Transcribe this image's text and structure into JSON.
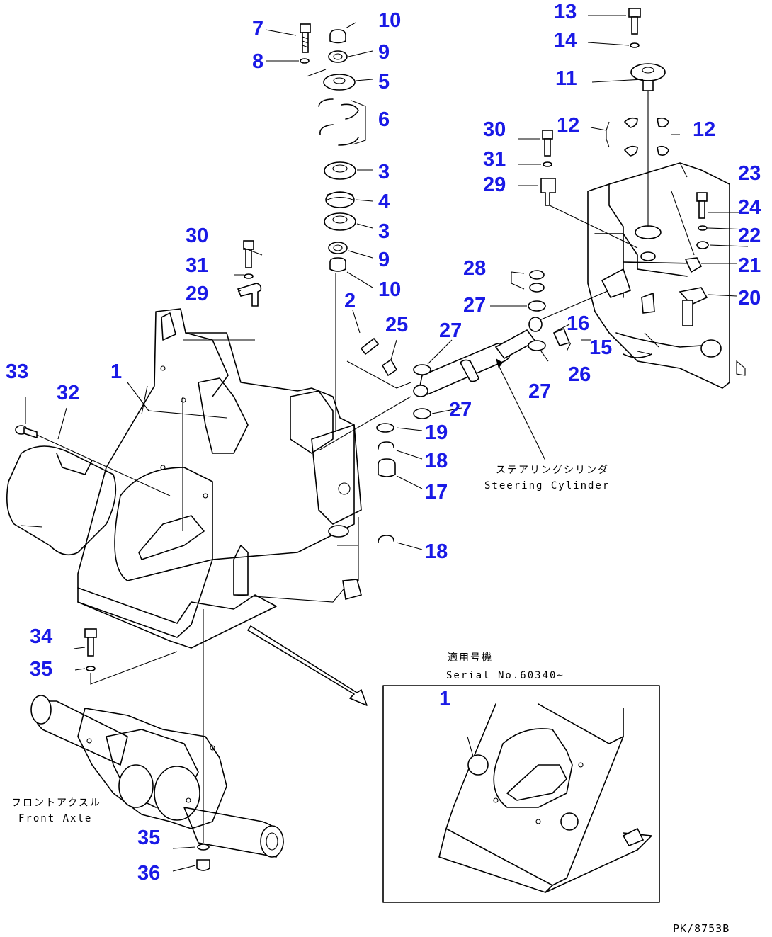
{
  "callouts": [
    {
      "id": "c7",
      "text": "7"
    },
    {
      "id": "c8",
      "text": "8"
    },
    {
      "id": "c10a",
      "text": "10"
    },
    {
      "id": "c9a",
      "text": "9"
    },
    {
      "id": "c5",
      "text": "5"
    },
    {
      "id": "c6",
      "text": "6"
    },
    {
      "id": "c3a",
      "text": "3"
    },
    {
      "id": "c4",
      "text": "4"
    },
    {
      "id": "c3b",
      "text": "3"
    },
    {
      "id": "c9b",
      "text": "9"
    },
    {
      "id": "c10b",
      "text": "10"
    },
    {
      "id": "c13",
      "text": "13"
    },
    {
      "id": "c14",
      "text": "14"
    },
    {
      "id": "c11",
      "text": "11"
    },
    {
      "id": "c30a",
      "text": "30"
    },
    {
      "id": "c12a",
      "text": "12"
    },
    {
      "id": "c12b",
      "text": "12"
    },
    {
      "id": "c31a",
      "text": "31"
    },
    {
      "id": "c29a",
      "text": "29"
    },
    {
      "id": "c23",
      "text": "23"
    },
    {
      "id": "c24",
      "text": "24"
    },
    {
      "id": "c22",
      "text": "22"
    },
    {
      "id": "c21",
      "text": "21"
    },
    {
      "id": "c20",
      "text": "20"
    },
    {
      "id": "c16",
      "text": "16"
    },
    {
      "id": "c15",
      "text": "15"
    },
    {
      "id": "c28",
      "text": "28"
    },
    {
      "id": "c27a",
      "text": "27"
    },
    {
      "id": "c27b",
      "text": "27"
    },
    {
      "id": "c27c",
      "text": "27"
    },
    {
      "id": "c27d",
      "text": "27"
    },
    {
      "id": "c26",
      "text": "26"
    },
    {
      "id": "c30b",
      "text": "30"
    },
    {
      "id": "c31b",
      "text": "31"
    },
    {
      "id": "c29b",
      "text": "29"
    },
    {
      "id": "c2",
      "text": "2"
    },
    {
      "id": "c25",
      "text": "25"
    },
    {
      "id": "c33",
      "text": "33"
    },
    {
      "id": "c32",
      "text": "32"
    },
    {
      "id": "c1a",
      "text": "1"
    },
    {
      "id": "c19",
      "text": "19"
    },
    {
      "id": "c18a",
      "text": "18"
    },
    {
      "id": "c17",
      "text": "17"
    },
    {
      "id": "c18b",
      "text": "18"
    },
    {
      "id": "c34",
      "text": "34"
    },
    {
      "id": "c35a",
      "text": "35"
    },
    {
      "id": "c35b",
      "text": "35"
    },
    {
      "id": "c36",
      "text": "36"
    },
    {
      "id": "c1b",
      "text": "1"
    }
  ],
  "notes": {
    "steering_jp": "ステアリングシリンダ",
    "steering_en": "Steering Cylinder",
    "serial_jp": "適用号機",
    "serial_en": "Serial No.60340~",
    "axle_jp": "フロントアクスル",
    "axle_en": "Front Axle"
  },
  "figure_code": "PK/8753B",
  "colors": {
    "callout": "#1a1ae6",
    "line": "#000000",
    "background": "#ffffff"
  }
}
